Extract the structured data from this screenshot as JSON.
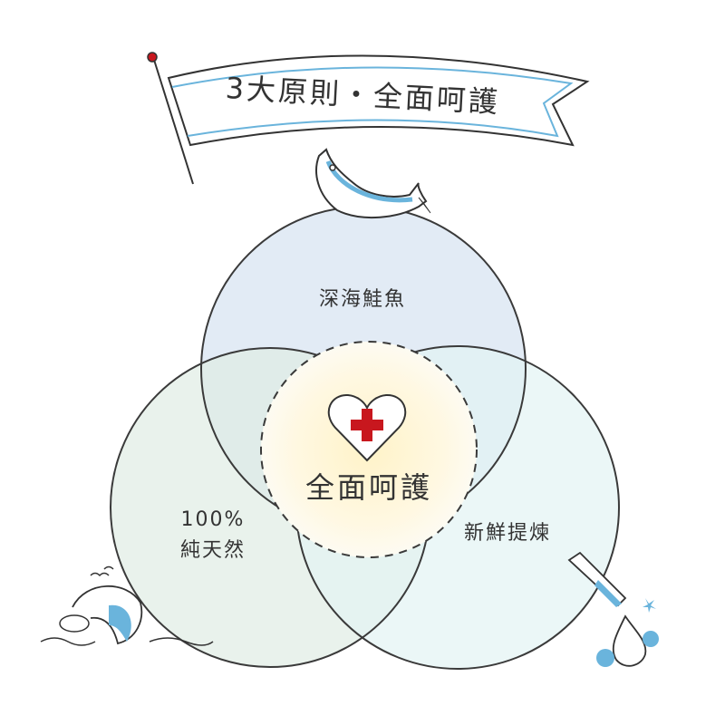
{
  "banner": {
    "title": "3大原則・全面呵護"
  },
  "venn": {
    "top_label": "深海鮭魚",
    "left_label_line1": "100%",
    "left_label_line2": "純天然",
    "right_label": "新鮮提煉",
    "center_label": "全面呵護"
  },
  "colors": {
    "accent_blue": "#6ab4dc",
    "cross_red": "#c8171e",
    "outline": "#3a3a3a"
  }
}
